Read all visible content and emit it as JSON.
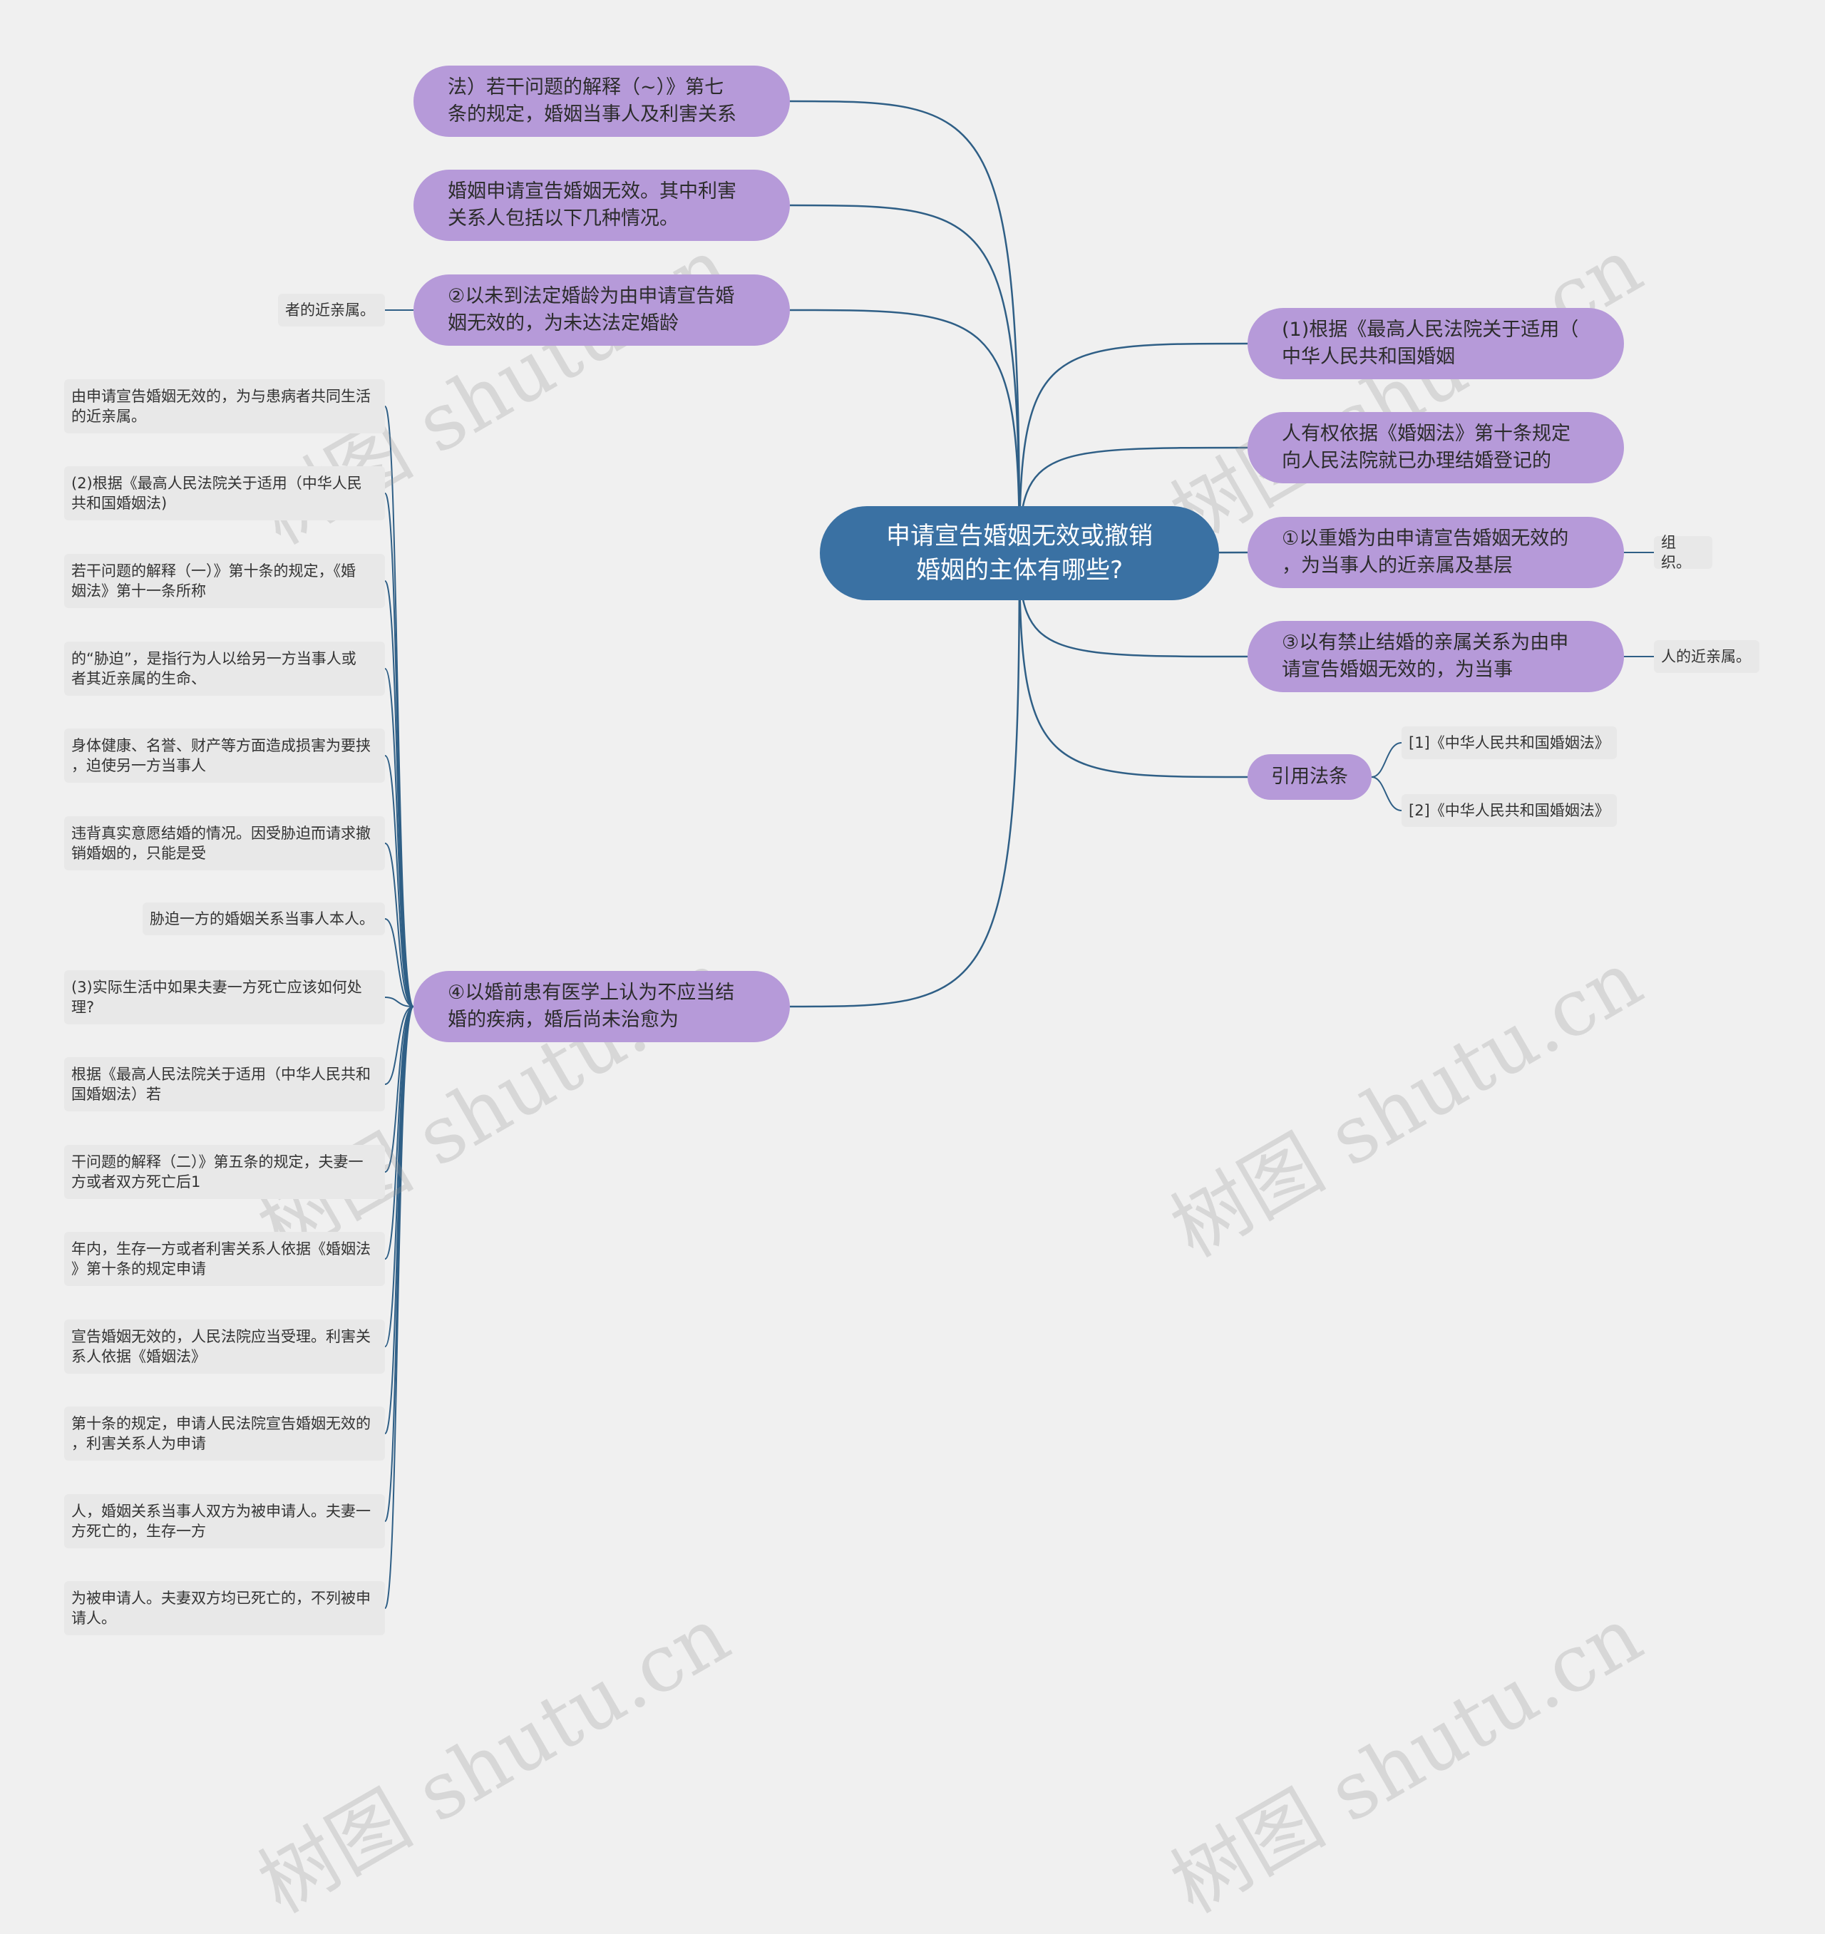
{
  "root": {
    "title_line1": "申请宣告婚姻无效或撤销",
    "title_line2": "婚姻的主体有哪些?"
  },
  "left_branches": [
    {
      "line1": "法）若干问题的解释（~）》第七",
      "line2": "条的规定，婚姻当事人及利害关系"
    },
    {
      "line1": "婚姻申请宣告婚姻无效。其中利害",
      "line2": "关系人包括以下几种情况。"
    },
    {
      "line1": "②以未到法定婚龄为由申请宣告婚",
      "line2": "姻无效的，为未达法定婚龄"
    },
    {
      "line1": "④以婚前患有医学上认为不应当结",
      "line2": "婚的疾病，婚后尚未治愈为"
    }
  ],
  "left_leaf_single": "者的近亲属。",
  "left_leaves": [
    {
      "line1": "由申请宣告婚姻无效的，为与患病者共同生活",
      "line2": "的近亲属。"
    },
    {
      "line1": "(2)根据《最高人民法院关于适用（中华人民",
      "line2": "共和国婚姻法)"
    },
    {
      "line1": "若干问题的解释（一）》第十条的规定，《婚",
      "line2": "姻法》第十一条所称"
    },
    {
      "line1": "的“胁迫”，是指行为人以给另一方当事人或",
      "line2": "者其近亲属的生命、"
    },
    {
      "line1": "身体健康、名誉、财产等方面造成损害为要挟",
      "line2": "，迫使另一方当事人"
    },
    {
      "line1": "违背真实意愿结婚的情况。因受胁迫而请求撤",
      "line2": "销婚姻的，只能是受"
    },
    {
      "line1": "胁迫一方的婚姻关系当事人本人。",
      "line2": ""
    },
    {
      "line1": "(3)实际生活中如果夫妻一方死亡应该如何处",
      "line2": "理?"
    },
    {
      "line1": "根据《最高人民法院关于适用（中华人民共和",
      "line2": "国婚姻法）若"
    },
    {
      "line1": "干问题的解释（二）》第五条的规定，夫妻一",
      "line2": "方或者双方死亡后1"
    },
    {
      "line1": "年内，生存一方或者利害关系人依据《婚姻法",
      "line2": "》第十条的规定申请"
    },
    {
      "line1": "宣告婚姻无效的，人民法院应当受理。利害关",
      "line2": "系人依据《婚姻法》"
    },
    {
      "line1": "第十条的规定，申请人民法院宣告婚姻无效的",
      "line2": "，利害关系人为申请"
    },
    {
      "line1": "人，婚姻关系当事人双方为被申请人。夫妻一",
      "line2": "方死亡的，生存一方"
    },
    {
      "line1": "为被申请人。夫妻双方均已死亡的，不列被申",
      "line2": "请人。"
    }
  ],
  "right_branches": [
    {
      "line1": "(1)根据《最高人民法院关于适用（",
      "line2": "中华人民共和国婚姻"
    },
    {
      "line1": "人有权依据《婚姻法》第十条规定",
      "line2": "向人民法院就已办理结婚登记的"
    },
    {
      "line1": "①以重婚为由申请宣告婚姻无效的",
      "line2": "，为当事人的近亲属及基层"
    },
    {
      "line1": "③以有禁止结婚的亲属关系为由申",
      "line2": "请宣告婚姻无效的，为当事"
    },
    {
      "line1": "引用法条",
      "line2": ""
    }
  ],
  "right_leaves": {
    "r3": "组织。",
    "r4": "人的近亲属。",
    "refs": [
      "[1]《中华人民共和国婚姻法》",
      "[2]《中华人民共和国婚姻法》"
    ]
  },
  "watermark": "树图 shutu.cn",
  "colors": {
    "root": "#3a71a3",
    "branch": "#b69ad9",
    "leaf": "#e8e8e8",
    "line": "#2f5f86",
    "background": "#f0f0f0"
  }
}
